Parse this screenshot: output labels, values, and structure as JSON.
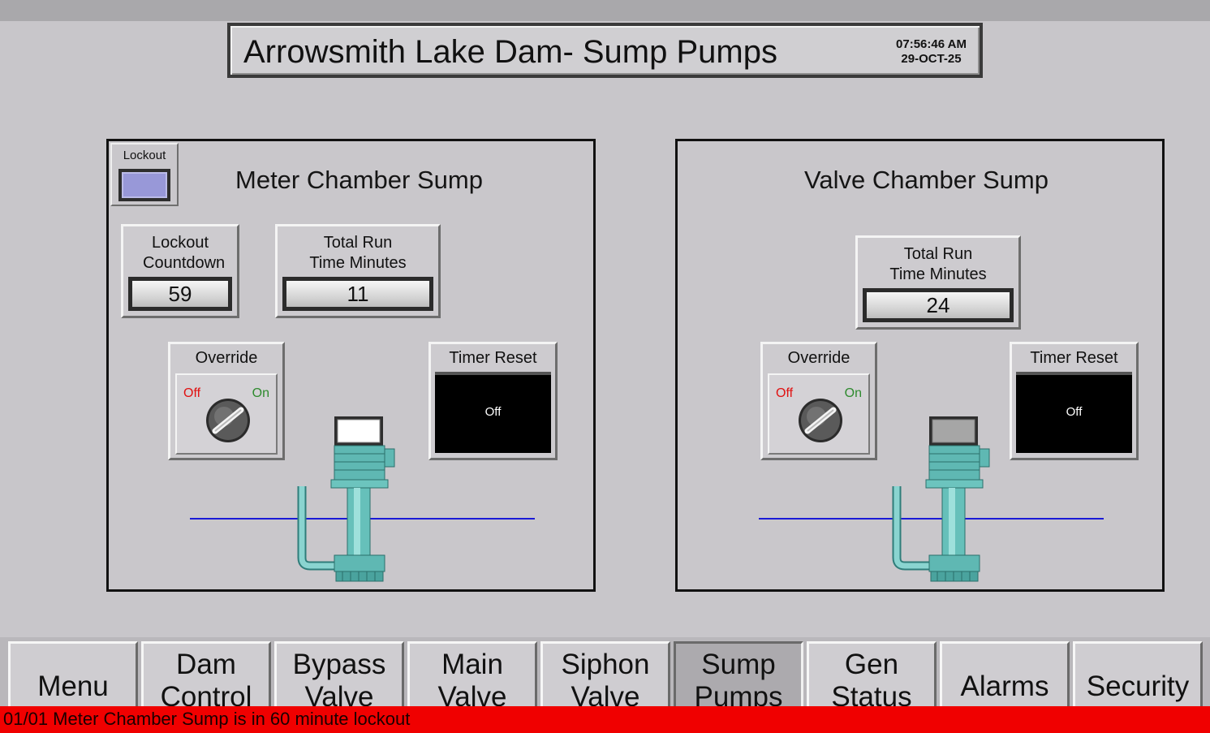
{
  "header": {
    "title": "Arrowsmith Lake Dam- Sump Pumps",
    "time": "07:56:46 AM",
    "date": "29-OCT-25"
  },
  "meter_chamber": {
    "title": "Meter Chamber Sump",
    "lockout_label": "Lockout",
    "lockout_countdown_label": "Lockout Countdown",
    "lockout_countdown_value": "59",
    "run_time_label": "Total Run Time Minutes",
    "run_time_value": "11",
    "override_label": "Override",
    "override_off": "Off",
    "override_on": "On",
    "timer_reset_label": "Timer Reset",
    "timer_reset_state": "Off",
    "pump_motor_color": "#ffffff"
  },
  "valve_chamber": {
    "title": "Valve Chamber Sump",
    "run_time_label": "Total Run Time Minutes",
    "run_time_value": "24",
    "override_label": "Override",
    "override_off": "Off",
    "override_on": "On",
    "timer_reset_label": "Timer Reset",
    "timer_reset_state": "Off",
    "pump_motor_color": "#a6a6a6"
  },
  "nav": [
    {
      "line1": "Menu",
      "line2": ""
    },
    {
      "line1": "Dam",
      "line2": "Control"
    },
    {
      "line1": "Bypass",
      "line2": "Valve"
    },
    {
      "line1": "Main",
      "line2": "Valve"
    },
    {
      "line1": "Siphon",
      "line2": "Valve"
    },
    {
      "line1": "Sump",
      "line2": "Pumps"
    },
    {
      "line1": "Gen",
      "line2": "Status"
    },
    {
      "line1": "Alarms",
      "line2": ""
    },
    {
      "line1": "Security",
      "line2": ""
    }
  ],
  "alarm_message": "01/01 Meter Chamber Sump is in 60 minute lockout"
}
